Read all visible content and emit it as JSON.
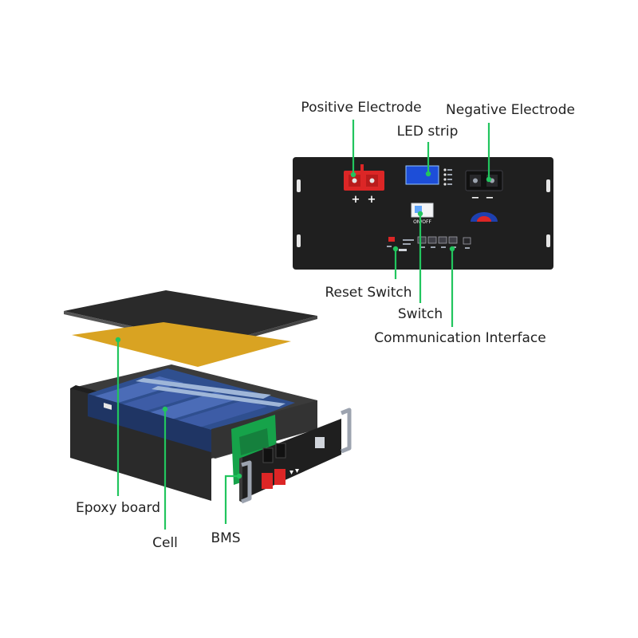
{
  "labels": {
    "positive_electrode": "Positive Electrode",
    "negative_electrode": "Negative Electrode",
    "led_strip": "LED strip",
    "reset_switch": "Reset Switch",
    "switch": "Switch",
    "communication_interface": "Communication Interface",
    "epoxy_board": "Epoxy board",
    "cell": "Cell",
    "bms": "BMS"
  },
  "panel": {
    "plus_left": "+",
    "plus_right": "+",
    "minus_left": "−",
    "minus_right": "−",
    "switch_text": "ON/OFF"
  },
  "colors": {
    "leader": "#22c55e",
    "panel": "#1f1f1f",
    "positive_terminal": "#dc2626",
    "led_screen": "#1d4ed8",
    "epoxy": "#d9a322",
    "cell_blue": "#2f4f8f",
    "bms_green": "#16a34a"
  }
}
